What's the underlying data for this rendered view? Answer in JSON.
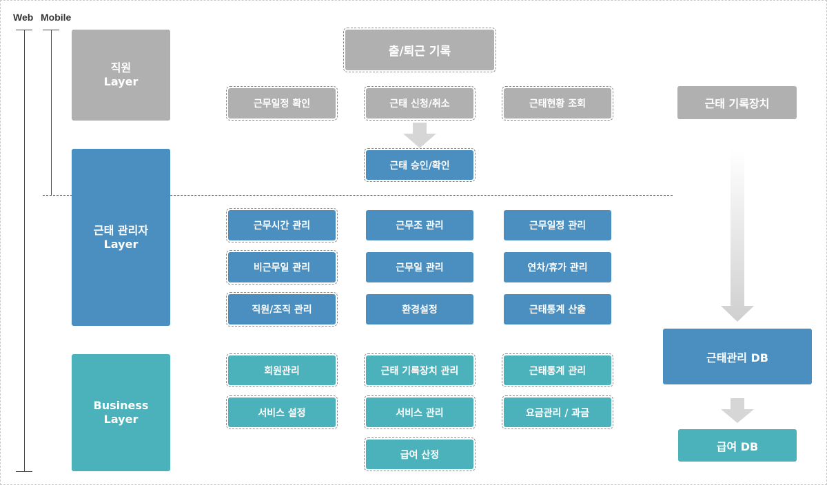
{
  "scale": {
    "web_label": "Web",
    "mobile_label": "Mobile"
  },
  "layers": {
    "employee": {
      "line1": "직원",
      "line2": "Layer",
      "color": "#b0b0b0"
    },
    "manager": {
      "line1": "근태 관리자",
      "line2": "Layer",
      "color": "#4a8fc0"
    },
    "business": {
      "line1": "Business",
      "line2": "Layer",
      "color": "#4bb2bb"
    }
  },
  "employee_boxes": {
    "top": "출/퇴근 기록",
    "row": [
      "근무일정 확인",
      "근태 신청/취소",
      "근태현황 조회"
    ],
    "approval": "근태 승인/확인"
  },
  "manager_boxes": {
    "rows": [
      [
        "근무시간 관리",
        "근무조 관리",
        "근무일정 관리"
      ],
      [
        "비근무일 관리",
        "근무일 관리",
        "연차/휴가 관리"
      ],
      [
        "직원/조직 관리",
        "환경설정",
        "근태통계 산출"
      ]
    ]
  },
  "business_boxes": {
    "rows": [
      [
        "회원관리",
        "근태 기록장치 관리",
        "근태통계 관리"
      ],
      [
        "서비스 설정",
        "서비스 관리",
        "요금관리 / 과금"
      ]
    ],
    "extra": "급여 산정"
  },
  "right_side": {
    "device": "근태 기록장치",
    "attendance_db": "근태관리 DB",
    "payroll_db": "급여 DB"
  },
  "colors": {
    "gray": "#b0b0b0",
    "blue": "#4a8fc0",
    "teal": "#4bb2bb"
  }
}
